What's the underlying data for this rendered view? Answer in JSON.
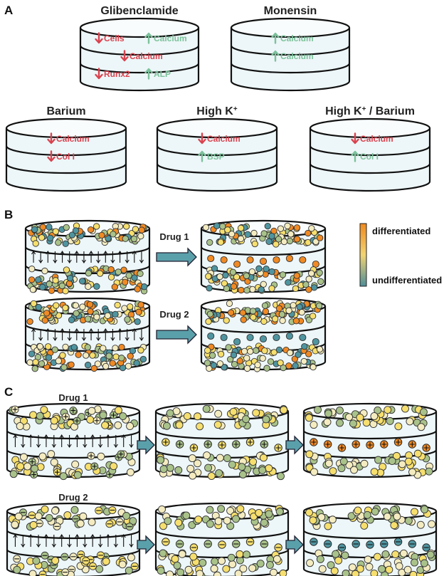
{
  "colors": {
    "down": "#d9434f",
    "up": "#7cc29c",
    "outline": "#111111",
    "dish_fill": "#edf6f8",
    "arrow_fill": "#5aa0aa",
    "legend_top": "#f08a1e",
    "legend_mid": "#f2d472",
    "legend_bottom": "#4e8e98",
    "cell_orange": "#f08a24",
    "cell_teal": "#4f95a0",
    "cell_yellow": "#f6df6e",
    "cell_pale": "#f4ecc0",
    "cell_green": "#a9c28a"
  },
  "panel_a": {
    "letter": "A",
    "dishes": [
      {
        "title": "Glibenclamide",
        "rows": [
          [
            {
              "dir": "down",
              "text": "Cells"
            },
            {
              "dir": "up",
              "text": "Calcium"
            }
          ],
          [
            {
              "dir": "down",
              "text": "Calcium"
            }
          ],
          [
            {
              "dir": "down",
              "text": "Runx2"
            },
            {
              "dir": "up",
              "text": "ALP"
            }
          ]
        ]
      },
      {
        "title": "Monensin",
        "rows": [
          [
            {
              "dir": "up",
              "text": "Calcium"
            }
          ],
          [
            {
              "dir": "up",
              "text": "Calcium"
            }
          ],
          []
        ]
      },
      {
        "title": "Barium",
        "rows": [
          [
            {
              "dir": "down",
              "text": "Calcium"
            }
          ],
          [
            {
              "dir": "down",
              "text": "Col I"
            }
          ],
          []
        ]
      },
      {
        "title": "High K",
        "title_sup": "+",
        "rows": [
          [
            {
              "dir": "down",
              "text": "Calcium"
            }
          ],
          [
            {
              "dir": "up",
              "text": "BSP"
            }
          ],
          []
        ]
      },
      {
        "title": "High K",
        "title_sup": "+",
        "title_suffix": " / Barium",
        "rows": [
          [
            {
              "dir": "down",
              "text": "Calcium"
            }
          ],
          [
            {
              "dir": "up",
              "text": "Col I"
            }
          ],
          []
        ]
      }
    ]
  },
  "panel_b": {
    "letter": "B",
    "rows": [
      {
        "drug_label": "Drug 1"
      },
      {
        "drug_label": "Drug 2"
      }
    ],
    "legend": {
      "top": "differentiated",
      "bottom": "undifferentiated"
    }
  },
  "panel_c": {
    "letter": "C",
    "rows": [
      {
        "drug_label": "Drug 1",
        "sign": "+"
      },
      {
        "drug_label": "Drug 2",
        "sign": "−"
      }
    ]
  }
}
